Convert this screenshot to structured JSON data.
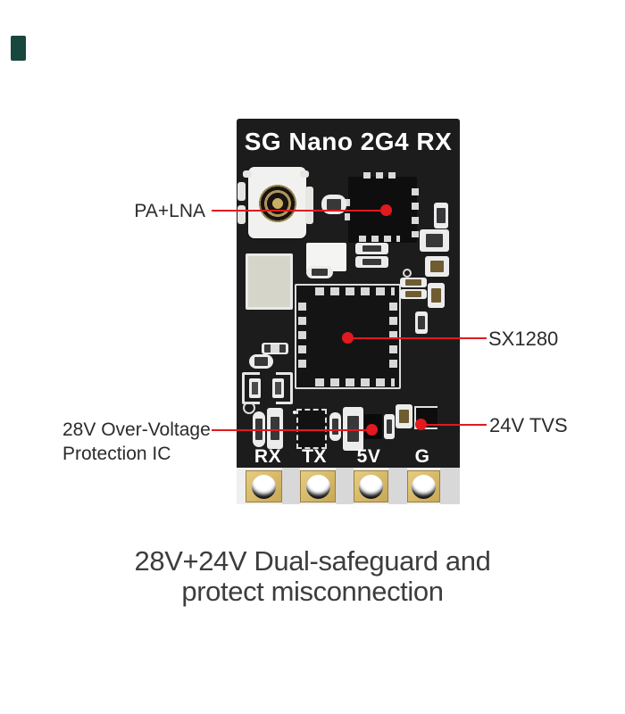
{
  "corner_mark": {
    "color": "#17473f"
  },
  "board": {
    "title": "SG Nano 2G4 RX",
    "pins": [
      "RX",
      "TX",
      "5V",
      "G"
    ]
  },
  "annotations": {
    "pa_lna": {
      "label": "PA+LNA"
    },
    "sx1280": {
      "label": "SX1280"
    },
    "ovp": {
      "line1": "28V Over-Voltage",
      "line2": "Protection IC"
    },
    "tvs": {
      "label": "24V TVS"
    }
  },
  "caption": {
    "line1": "28V+24V Dual-safeguard and",
    "line2": "protect misconnection"
  },
  "colors": {
    "annotation_red": "#e2191f",
    "board_black": "#1c1c1d",
    "pad_gold": "#d8bc72",
    "connector_brass": "#c9ad62",
    "corner_teal": "#17473f"
  }
}
